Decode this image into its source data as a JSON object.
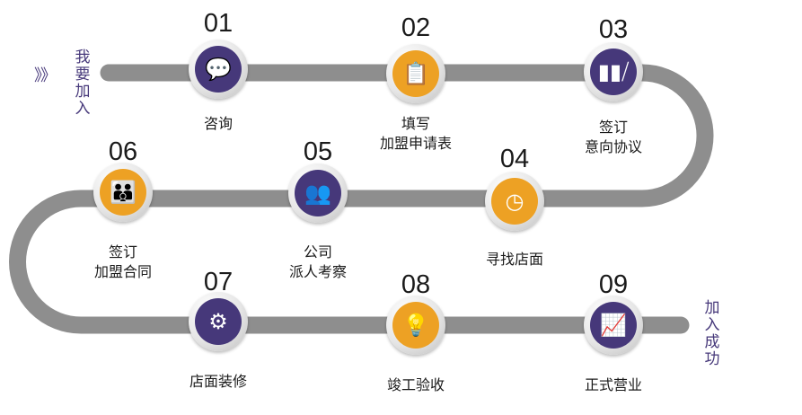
{
  "start_label": "我要加入",
  "start_arrows": "》》",
  "end_label": "加入成功",
  "colors": {
    "purple": "#46387a",
    "orange": "#eda124",
    "track": "#8e8e8e"
  },
  "steps": [
    {
      "number": "01",
      "line1": "咨询",
      "line2": "",
      "icon": "chat-bubbles-icon",
      "glyph": "💬"
    },
    {
      "number": "02",
      "line1": "填写",
      "line2": "加盟申请表",
      "icon": "application-form-icon",
      "glyph": "📋"
    },
    {
      "number": "03",
      "line1": "签订",
      "line2": "意向协议",
      "icon": "binders-icon",
      "glyph": "▮▮⧸"
    },
    {
      "number": "04",
      "line1": "寻找店面",
      "line2": "",
      "icon": "clock-icon",
      "glyph": "◷"
    },
    {
      "number": "05",
      "line1": "公司",
      "line2": "派人考察",
      "icon": "team-icon",
      "glyph": "👥"
    },
    {
      "number": "06",
      "line1": "签订",
      "line2": "加盟合同",
      "icon": "meeting-table-icon",
      "glyph": "👪"
    },
    {
      "number": "07",
      "line1": "店面装修",
      "line2": "",
      "icon": "gears-icon",
      "glyph": "⚙"
    },
    {
      "number": "08",
      "line1": "竣工验收",
      "line2": "",
      "icon": "lightbulb-icon",
      "glyph": "💡"
    },
    {
      "number": "09",
      "line1": "正式营业",
      "line2": "",
      "icon": "growth-chart-icon",
      "glyph": "📈"
    }
  ]
}
